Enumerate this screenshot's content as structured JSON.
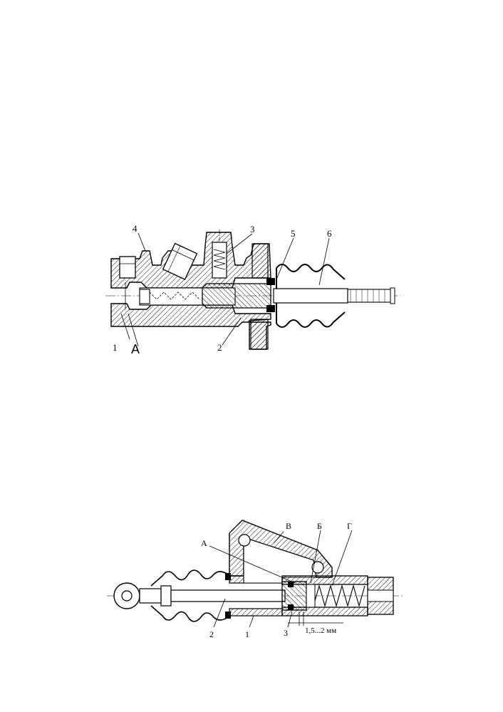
{
  "figure_top": {
    "labels": {
      "l1": "1",
      "l2": "2",
      "l3": "3",
      "l4": "4",
      "l5": "5",
      "l6": "6",
      "lA": "А"
    }
  },
  "figure_bottom": {
    "labels": {
      "lA": "А",
      "lB": "В",
      "lBe": "Б",
      "lG": "Г",
      "l1": "1",
      "l2": "2",
      "l3": "3",
      "gap": "1,5...2 мм"
    }
  }
}
